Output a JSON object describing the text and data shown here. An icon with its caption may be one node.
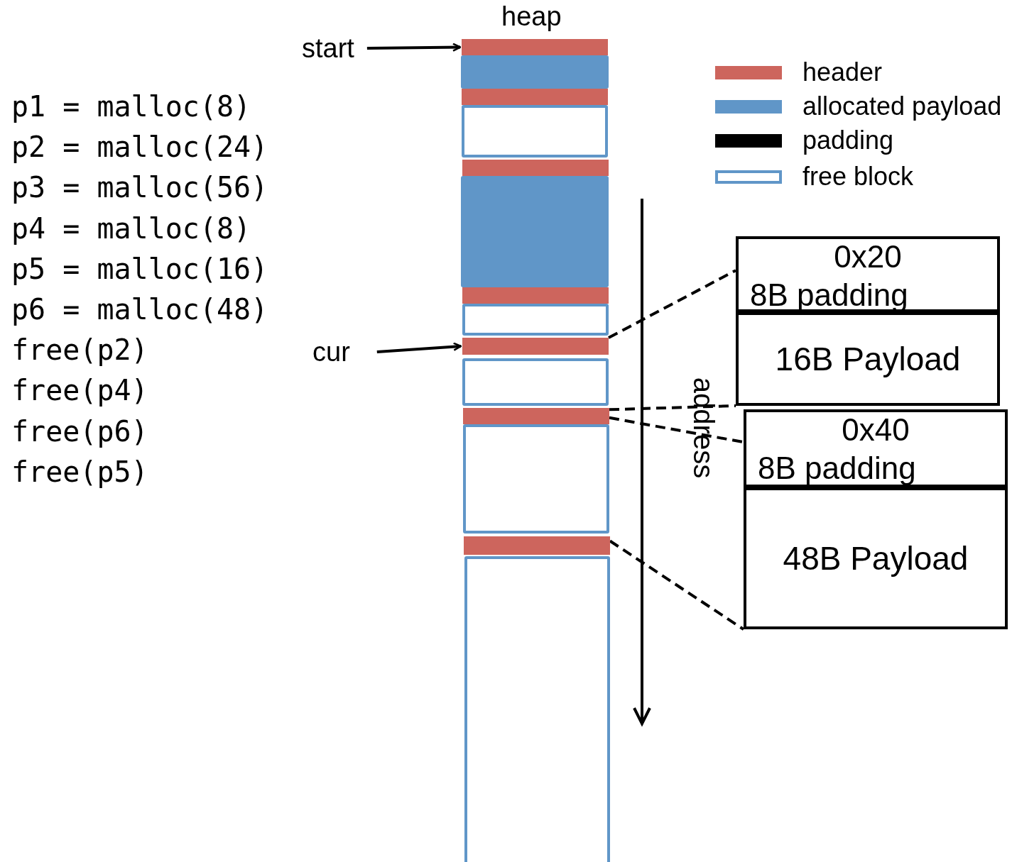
{
  "diagram": {
    "nodes": [
      {
        "text": [
          "start"
        ]
      },
      {
        "text": [
          "cur"
        ]
      },
      {
        "text": [],
        "shape": "bar"
      },
      {
        "text": [],
        "shape": "box"
      },
      {
        "text": [],
        "shape": "bar"
      },
      {
        "text": [],
        "shape": "box"
      },
      {
        "text": [],
        "shape": "bar"
      },
      {
        "text": [],
        "shape": "box"
      },
      {
        "text": [],
        "shape": "bar"
      },
      {
        "text": [],
        "shape": "box"
      },
      {
        "text": [],
        "shape": "bar"
      },
      {
        "text": [],
        "shape": "box"
      },
      {
        "text": [],
        "shape": "bar"
      },
      {
        "text": [],
        "shape": "box"
      },
      {
        "text": [],
        "shape": "bar"
      },
      {
        "text": [],
        "shape": "box"
      },
      {
        "text": [
          "0x20",
          "8B padding"
        ]
      },
      {
        "text": [
          "16B Payload"
        ]
      },
      {
        "text": [
          "0x40",
          "8B padding"
        ]
      },
      {
        "text": [
          "48B Payload"
        ]
      }
    ],
    "edges": [
      {
        "from": 0,
        "to": 2,
        "arrow": "to"
      },
      {
        "from": 1,
        "to": 10,
        "arrow": "to"
      },
      {
        "from": 10,
        "to": 16,
        "arrow": "none",
        "style": "dashed"
      },
      {
        "from": 12,
        "to": 17,
        "arrow": "none",
        "style": "dashed"
      },
      {
        "from": 12,
        "to": 18,
        "arrow": "none",
        "style": "dashed"
      },
      {
        "from": 14,
        "to": 19,
        "arrow": "none",
        "style": "dashed"
      }
    ],
    "labels": [
      "heap",
      "p1 = malloc(8)",
      "p2 = malloc(24)",
      "p3 = malloc(56)",
      "p4 = malloc(8)",
      "p5 = malloc(16)",
      "p6 = malloc(48)",
      "free(p2)",
      "free(p4)",
      "free(p6)",
      "free(p5)",
      "address"
    ],
    "legend": [
      {
        "text": "header",
        "color": "#cd655d"
      },
      {
        "text": "allocated payload",
        "color": "#6096c8"
      },
      {
        "text": "padding",
        "color": "#000000"
      },
      {
        "text": "free block"
      }
    ]
  }
}
